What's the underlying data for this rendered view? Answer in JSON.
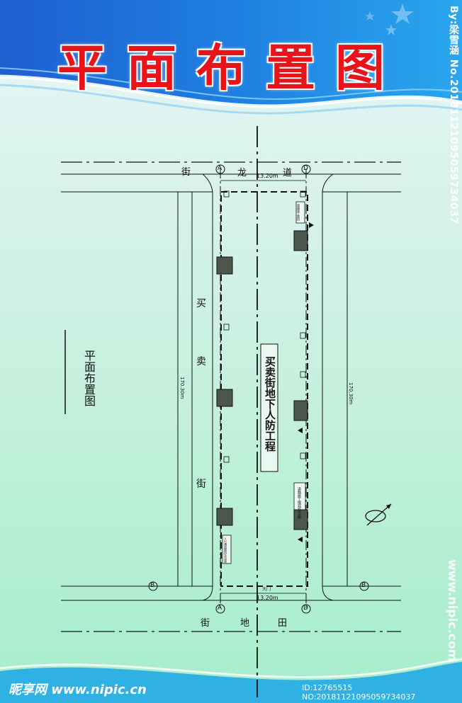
{
  "title": "平面布置图",
  "streets": {
    "left_top": "街",
    "top_a": "龙",
    "top_b": "道",
    "main_1": "买",
    "main_2": "卖",
    "main_3": "街",
    "bottom_a": "街",
    "bottom_b": "地",
    "bottom_c": "田"
  },
  "dimensions": {
    "top_width": "13.20m",
    "bottom_width": "13.20m",
    "left_length": "170.30m",
    "right_length": "170.30m"
  },
  "markers": {
    "a_top": "A",
    "d_top": "D",
    "a_bottom": "A",
    "d_bottom": "D",
    "b_left": "B",
    "b_right": "B"
  },
  "legend_label": "平面布置图",
  "project_label": "买卖街地下人防工程",
  "small_labels": {
    "right_sign_1": "道路施工围挡",
    "right_sign_2": "道路施工围挡及设施",
    "left_sign": "人行通道围挡及设施",
    "gate": "大门"
  },
  "watermarks": {
    "credit": "By:梁雪涵 No.20181121095059734037",
    "site_right": "www.nipic.com",
    "site_left": "昵享网 www.nipic.cn",
    "id_line": "ID:12765515 NO:20181121095059734037"
  }
}
